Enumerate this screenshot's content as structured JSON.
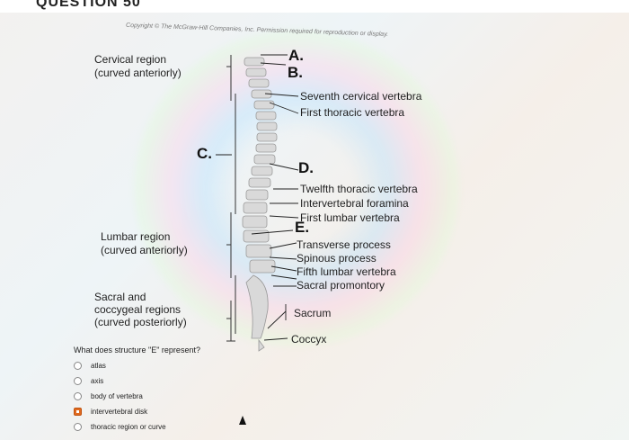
{
  "header": {
    "title": "QUESTION 50"
  },
  "figure": {
    "copyright": "Copyright © The McGraw-Hill Companies, Inc. Permission required for reproduction or display.",
    "labels": {
      "cervical_region": "Cervical region",
      "cervical_curve": "(curved anteriorly)",
      "lumbar_region": "Lumbar region",
      "lumbar_curve": "(curved anteriorly)",
      "sacral_line1": "Sacral and",
      "sacral_line2": "coccygeal regions",
      "sacral_curve": "(curved posteriorly)",
      "seventh_cervical": "Seventh cervical vertebra",
      "first_thoracic": "First thoracic vertebra",
      "twelfth_thoracic": "Twelfth thoracic vertebra",
      "intervertebral_foramina": "Intervertebral foramina",
      "first_lumbar": "First lumbar vertebra",
      "transverse_process": "Transverse process",
      "spinous_process": "Spinous process",
      "fifth_lumbar": "Fifth lumbar vertebra",
      "sacral_promontory": "Sacral promontory",
      "sacrum": "Sacrum",
      "coccyx": "Coccyx"
    },
    "letters": {
      "a": "A.",
      "b": "B.",
      "c": "C.",
      "d": "D.",
      "e": "E."
    }
  },
  "quiz": {
    "question": "What does structure \"E\" represent?",
    "options": [
      {
        "label": "atlas",
        "selected": false
      },
      {
        "label": "axis",
        "selected": false
      },
      {
        "label": "body of vertebra",
        "selected": false
      },
      {
        "label": "intervertebral disk",
        "selected": true
      },
      {
        "label": "thoracic region or curve",
        "selected": false
      }
    ]
  },
  "colors": {
    "selected_option": "#e06a1f",
    "bone": "#d8d8d8"
  }
}
